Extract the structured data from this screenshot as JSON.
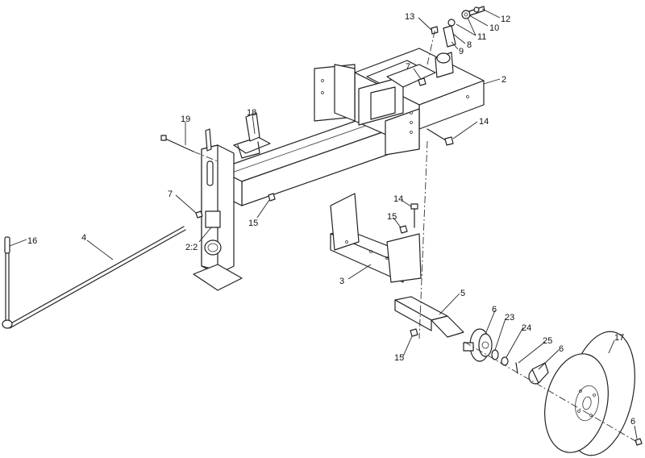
{
  "callouts": {
    "c13": "13",
    "c12": "12",
    "c10": "10",
    "c11": "11",
    "c8": "8",
    "c9": "9",
    "c2": "2",
    "c7a": "7",
    "c14a": "14",
    "c18": "18",
    "c19": "19",
    "c7b": "7",
    "c15a": "15",
    "c14b": "14",
    "c15b": "15",
    "c16": "16",
    "c4": "4",
    "c22": "2:2",
    "c3": "3",
    "c5": "5",
    "c6a": "6",
    "c23": "23",
    "c24": "24",
    "c25": "25",
    "c6b": "6",
    "c17": "17",
    "c15c": "15",
    "c6c": "6"
  }
}
